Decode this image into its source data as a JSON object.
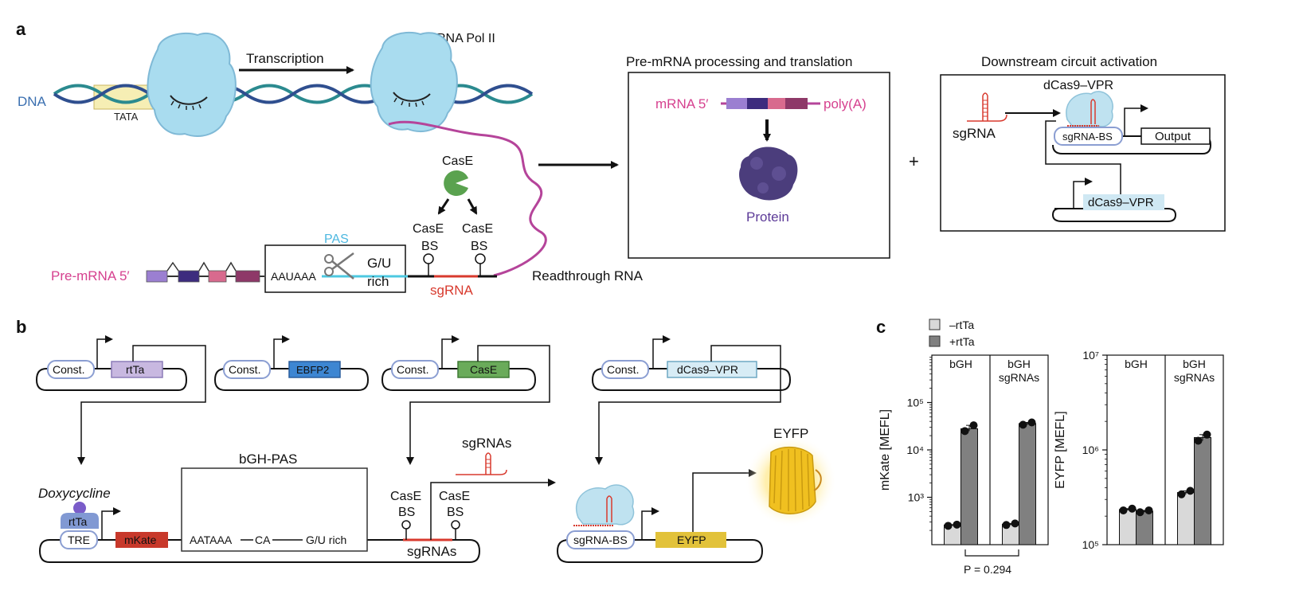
{
  "panel_a": {
    "letter": "a",
    "dna_label": "DNA",
    "tata_label": "TATA",
    "transcription_label": "Transcription",
    "rna_pol_label": "RNA Pol II",
    "case_label": "CasE",
    "case_bs_left": [
      "CasE",
      "BS"
    ],
    "case_bs_right": [
      "CasE",
      "BS"
    ],
    "pas_label": "PAS",
    "premrna_label": "Pre-mRNA 5′",
    "aauaaa_label": "AAUAAA",
    "gu_rich_label": [
      "G/U",
      "rich"
    ],
    "sgrna_label": "sgRNA",
    "readthrough_label": "Readthrough RNA",
    "processing_title": "Pre-mRNA processing and translation",
    "mrna_label": "mRNA 5′",
    "polya_label": "poly(A)",
    "protein_label": "Protein",
    "plus_label": "+",
    "downstream_title": "Downstream  circuit activation",
    "dcas9_top_label": "dCas9–VPR",
    "sgrna_small_label": "sgRNA",
    "sgrna_bs_label": "sgRNA-BS",
    "output_label": "Output",
    "dcas9_bottom_label": "dCas9–VPR"
  },
  "panel_b": {
    "letter": "b",
    "const_label": "Const.",
    "rtta_label": "rtTa",
    "ebfp2_label": "EBFP2",
    "case_label": "CasE",
    "dcas9_label": "dCas9–VPR",
    "bgh_pas_label": "bGH-PAS",
    "doxycycline_label": "Doxycycline",
    "rtta_bound_label": "rtTa",
    "tre_label": "TRE",
    "mkate_label": "mKate",
    "aataaa_label": "AATAAA",
    "ca_label": "CA",
    "gu_rich_label": "G/U rich",
    "case_bs_left": [
      "CasE",
      "BS"
    ],
    "case_bs_right": [
      "CasE",
      "BS"
    ],
    "sgrnas_top_label": "sgRNAs",
    "sgrnas_bottom_label": "sgRNAs",
    "sgrna_bs_label": "sgRNA-BS",
    "eyfp_box_label": "EYFP",
    "eyfp_protein_label": "EYFP"
  },
  "panel_c": {
    "letter": "c",
    "p_value_label": "P = 0.294",
    "colors": {
      "minus_rtta": "#d9d9d9",
      "plus_rtta": "#808080"
    },
    "chart_data": [
      {
        "type": "bar",
        "ylabel": "mKate [MEFL]",
        "yscale": "log",
        "ylim": [
          100,
          1000000
        ],
        "yticks": [
          1000,
          10000,
          100000
        ],
        "ytick_labels": [
          "10³",
          "10⁴",
          "10⁵"
        ],
        "groups": [
          [
            "bGH"
          ],
          [
            "bGH",
            "sgRNAs"
          ]
        ],
        "legend": {
          "position": "top-left",
          "entries": [
            "–rtTa",
            "+rtTa"
          ]
        },
        "series": [
          {
            "name": "–rtTa",
            "values": [
              260,
              270
            ],
            "points": [
              [
                250,
                265
              ],
              [
                260,
                280
              ]
            ]
          },
          {
            "name": "+rtTa",
            "values": [
              28000,
              36000
            ],
            "points": [
              [
                25000,
                33000
              ],
              [
                34000,
                38000
              ]
            ]
          }
        ]
      },
      {
        "type": "bar",
        "ylabel": "EYFP [MEFL]",
        "yscale": "log",
        "ylim": [
          100000,
          10000000
        ],
        "yticks": [
          100000,
          1000000,
          10000000
        ],
        "ytick_labels": [
          "10⁵",
          "10⁶",
          "10⁷"
        ],
        "groups": [
          [
            "bGH"
          ],
          [
            "bGH",
            "sgRNAs"
          ]
        ],
        "series": [
          {
            "name": "–rtTa",
            "values": [
              235000,
              355000
            ],
            "points": [
              [
                230000,
                240000
              ],
              [
                340000,
                370000
              ]
            ]
          },
          {
            "name": "+rtTa",
            "values": [
              225000,
              1350000
            ],
            "points": [
              [
                220000,
                230000
              ],
              [
                1250000,
                1450000
              ]
            ]
          }
        ]
      }
    ]
  }
}
